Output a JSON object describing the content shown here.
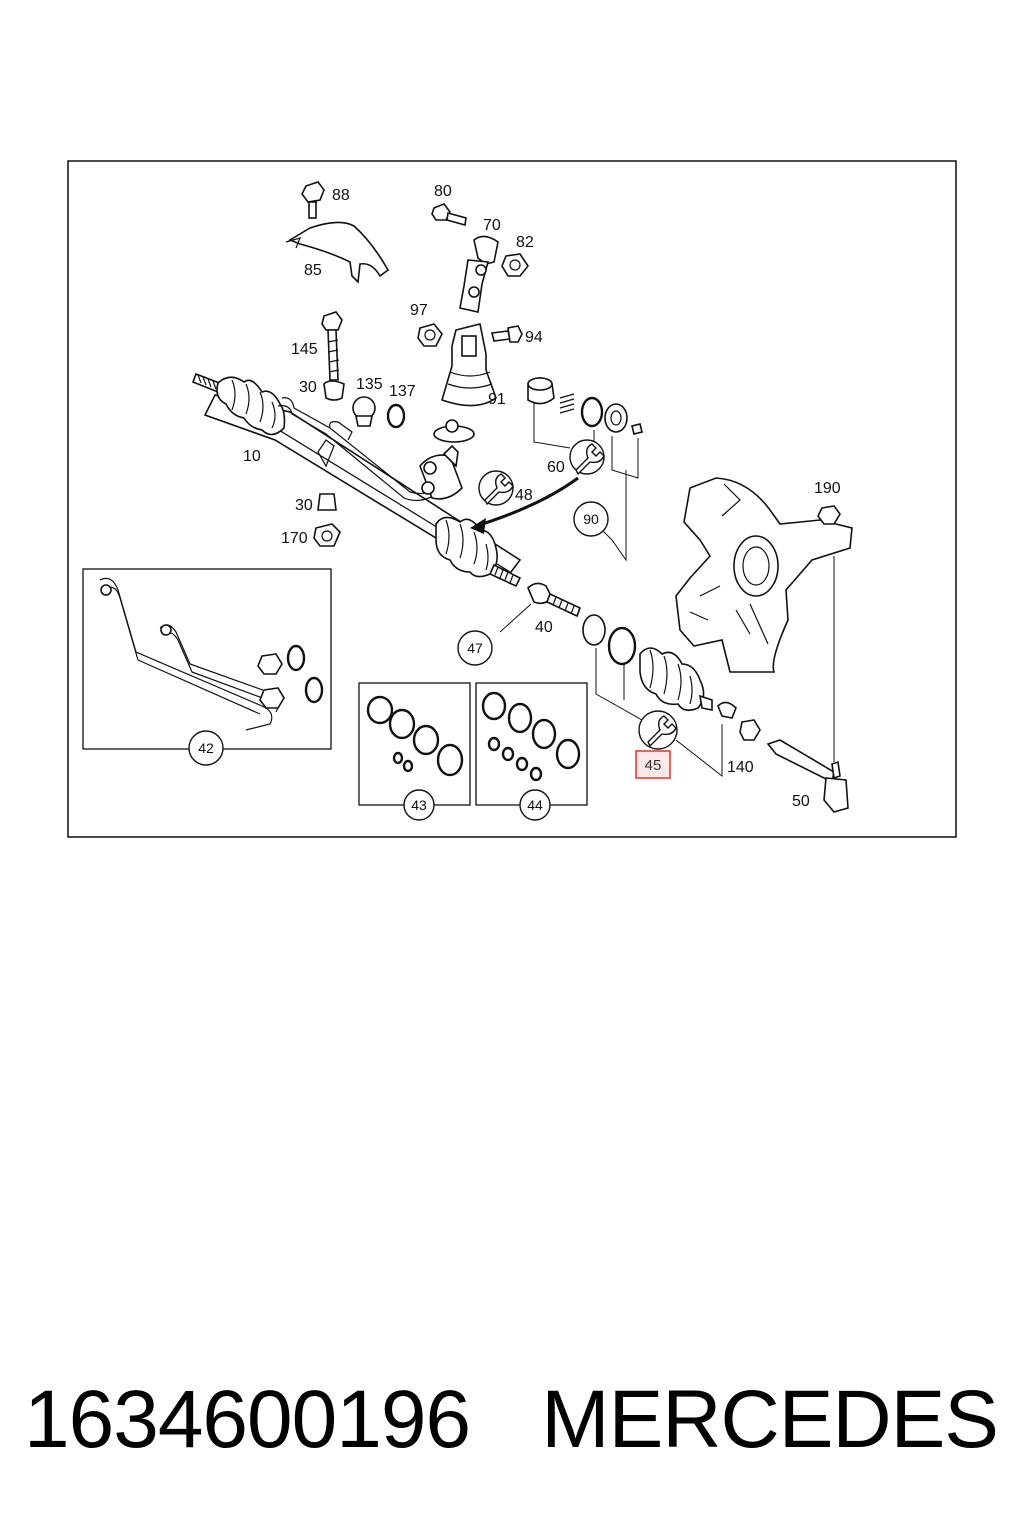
{
  "diagram": {
    "part_labels": {
      "p88": "88",
      "p80": "80",
      "p70": "70",
      "p82": "82",
      "p85": "85",
      "p97": "97",
      "p94": "94",
      "p145": "145",
      "p30a": "30",
      "p135": "135",
      "p137": "137",
      "p91": "91",
      "p10": "10",
      "p60": "60",
      "p190": "190",
      "p30b": "30",
      "p170": "170",
      "p40": "40",
      "p140": "140",
      "p50": "50"
    },
    "callouts": {
      "c48": "48",
      "c90": "90",
      "c47": "47",
      "c42": "42",
      "c43": "43",
      "c44": "44"
    },
    "highlighted_callout": "45",
    "highlight_color": "#e0352b",
    "repair_kit_icon": "wrench-icon"
  },
  "footer": {
    "part_number": "1634600196",
    "brand": "MERCEDES"
  }
}
